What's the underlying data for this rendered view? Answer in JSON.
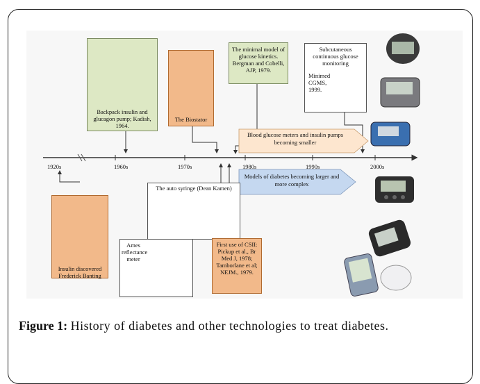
{
  "figure": {
    "timeline": {
      "ticks": [
        "1920s",
        "1960s",
        "1970s",
        "1980s",
        "1990s",
        "2000s"
      ]
    },
    "boxes": {
      "backpack": "Backpack insulin and glucagon pump; Kadish, 1964.",
      "biostator": "The Biostator",
      "minimal_model": "The minimal model of glucose kinetics. Bergman and Cobelli, AJP, 1979.",
      "cgms_title": "Subcutaneous continuous glucose monitoring",
      "cgms_sub": "Minimed CGMS, 1999.",
      "meters_arrow": "Blood glucose meters and insulin pumps becoming smaller",
      "models_arrow": "Models of diabetes becoming larger and more complex",
      "auto_syringe": "The auto syringe (Dean Kamen)",
      "ames": "Ames reflectance meter",
      "csii": "First use of CSII: Pickup et al., Br Med J, 1978; Tamborlane et al; NEJM., 1979.",
      "banting": "Insulin discovered Frederick Banting"
    },
    "colors": {
      "green_box": "#dde8c4",
      "orange_box": "#f2b98a",
      "meters_arrow": "#fde6cf",
      "models_arrow": "#c5d8f0"
    }
  },
  "caption": {
    "label": "Figure 1:",
    "text": "History of diabetes and other technologies to treat diabetes."
  }
}
